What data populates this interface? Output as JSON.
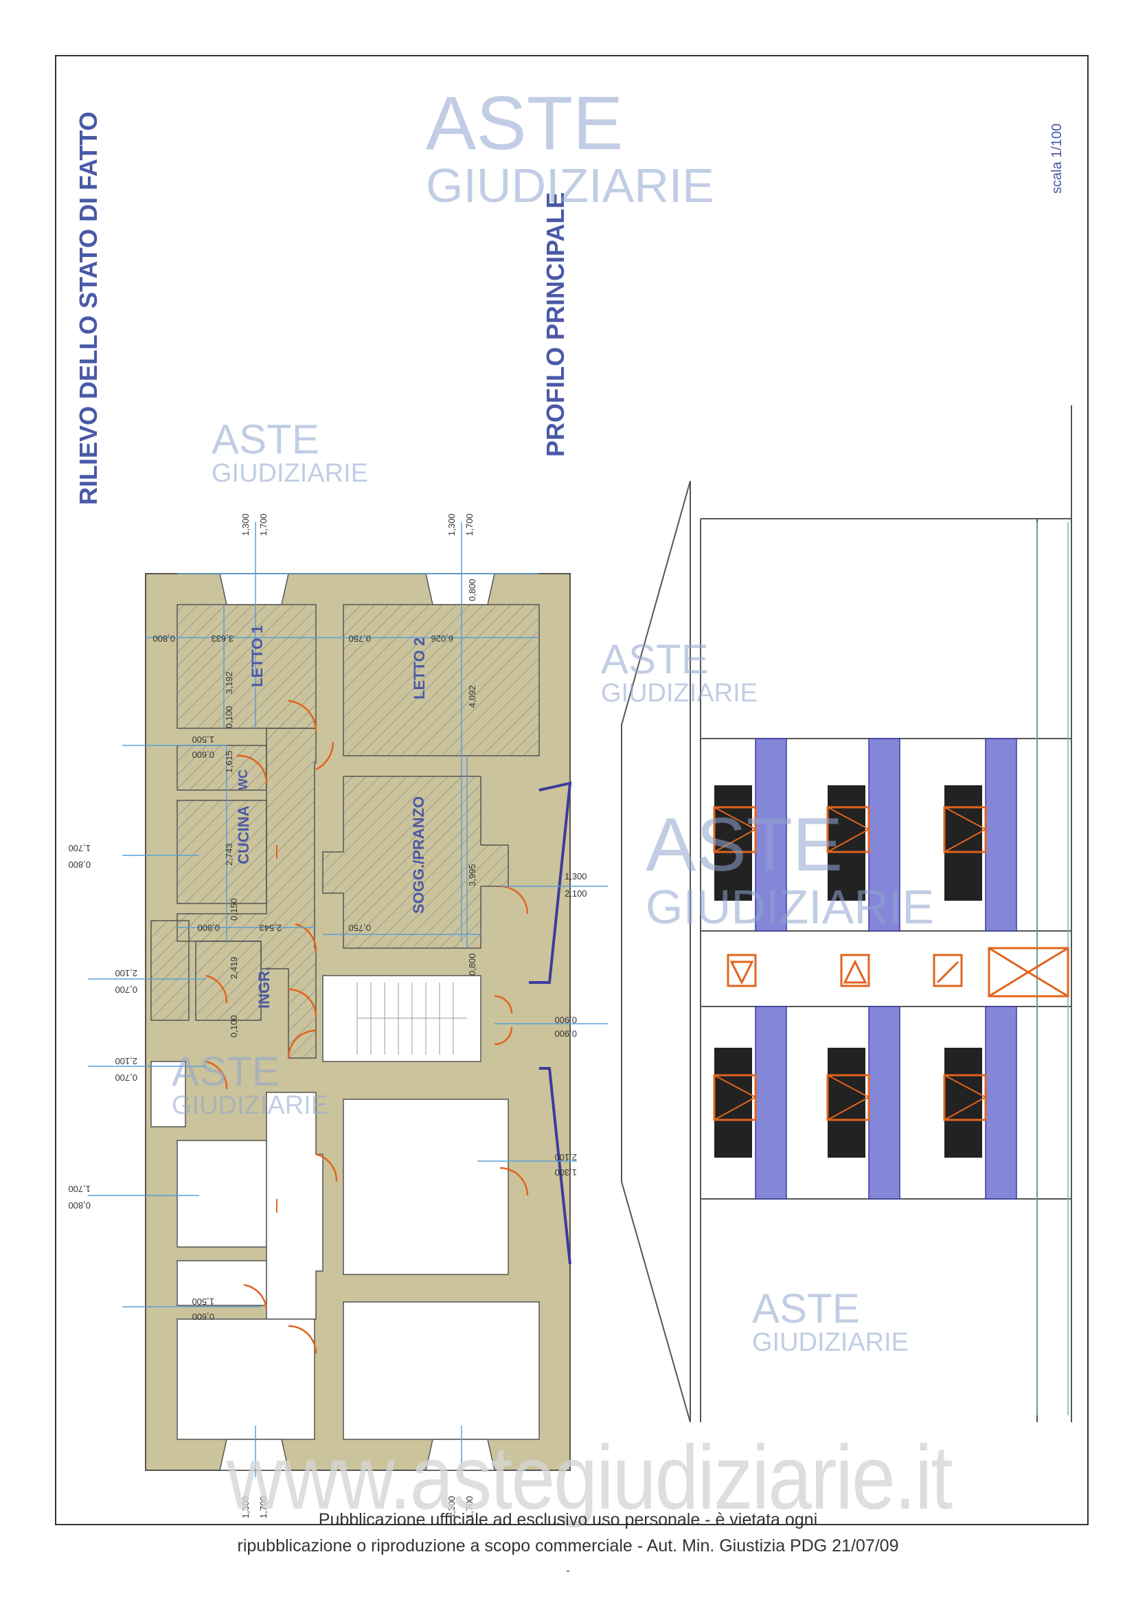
{
  "title": "RILIEVO DELLO STATO DI FATTO",
  "subtitle": "PROFILO PRINCIPALE",
  "scale": "scala 1/100",
  "watermark": {
    "line1": "ASTE",
    "line2": "GIUDIZIARIE",
    "website": "www.astegiudiziarie.it"
  },
  "rooms": {
    "letto1": "LETTO 1",
    "letto2": "LETTO 2",
    "wc": "WC",
    "cucina": "CUCINA",
    "soggiorno": "SOGG./PRANZO",
    "ingresso": "INGR."
  },
  "dimensions": {
    "top_left_a": "1,300",
    "top_left_b": "1,700",
    "top_right_a": "1,300",
    "top_right_b": "1,700",
    "bottom_left_a": "1,300",
    "bottom_left_b": "1,700",
    "bottom_right_a": "1,300",
    "bottom_right_b": "1,700",
    "right_mid_a": "1,300",
    "right_mid_b": "2,100",
    "right_low_a": "1,300",
    "right_low_b": "2,100",
    "stair_a": "0,900",
    "stair_b": "0,900",
    "left_cucina_a": "1,700",
    "left_cucina_b": "0,800",
    "left_ingr_a": "2,100",
    "left_ingr_b": "0,700",
    "left_ingr2_a": "2,100",
    "left_ingr2_b": "0,700",
    "left_low_a": "1,700",
    "left_low_b": "0,800",
    "left_wc_a": "1,500",
    "left_wc_b": "0,600",
    "left_low_wc_a": "1,500",
    "left_low_wc_b": "0,600",
    "l1_w": "3,633",
    "l1_h": "3,192",
    "l2_w": "6,026",
    "l2_h": "4,092",
    "s_h": "3,995",
    "s_w": "2,543",
    "d1": "0,800",
    "d2": "0,750",
    "d3": "0,800",
    "d4": "0,100",
    "d5": "0,150",
    "d6": "2,743",
    "d7": "2,419",
    "d8": "1,615",
    "d9": "0,750",
    "d10": "0,800",
    "d11": "0,800",
    "d12": "0,100"
  },
  "footer": {
    "line1": "Pubblicazione ufficiale ad esclusivo uso personale - è vietata ogni",
    "line2": "ripubblicazione o riproduzione a scopo commerciale - Aut. Min. Giustizia PDG 21/07/09",
    "line3": "-"
  },
  "colors": {
    "wall": "#cbc39b",
    "wall_stroke": "#555555",
    "title": "#4a59a6",
    "dim": "#5aa0d8",
    "door": "#e0641e",
    "rail": "#5b5ab8"
  }
}
